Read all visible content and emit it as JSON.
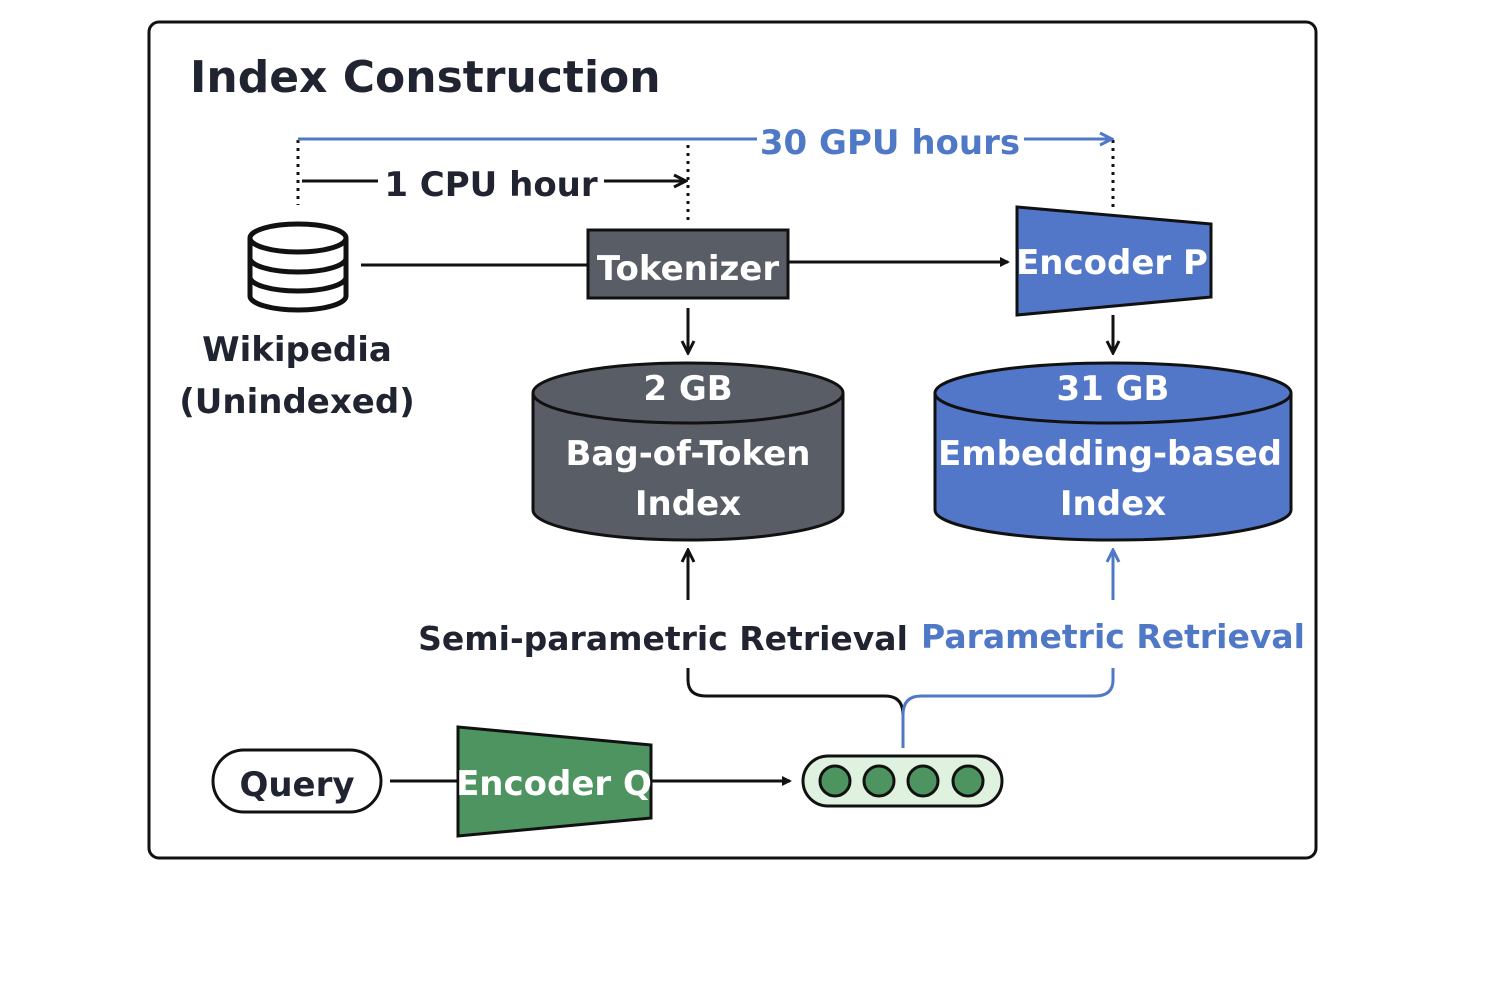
{
  "title": "Index Construction",
  "timing": {
    "gpu_label": "30 GPU hours",
    "cpu_label": "1 CPU hour"
  },
  "source": {
    "line1": "Wikipedia",
    "line2": "(Unindexed)"
  },
  "tokenizer_label": "Tokenizer",
  "encoder_p_label": "Encoder P",
  "encoder_q_label": "Encoder Q",
  "query_label": "Query",
  "bag_index": {
    "size": "2 GB",
    "line1": "Bag-of-Token",
    "line2": "Index"
  },
  "embed_index": {
    "size": "31 GB",
    "line1": "Embedding-based",
    "line2": "Index"
  },
  "semi_parametric_label": "Semi-parametric Retrieval",
  "parametric_label": "Parametric Retrieval",
  "colors": {
    "dark_text": "#1f2430",
    "blue": "#4f78c6",
    "blue_fill": "#5377c8",
    "gray_fill": "#595d66",
    "green_fill": "#4e9461",
    "green_light": "#dff2df",
    "green_dot": "#4e9461"
  }
}
